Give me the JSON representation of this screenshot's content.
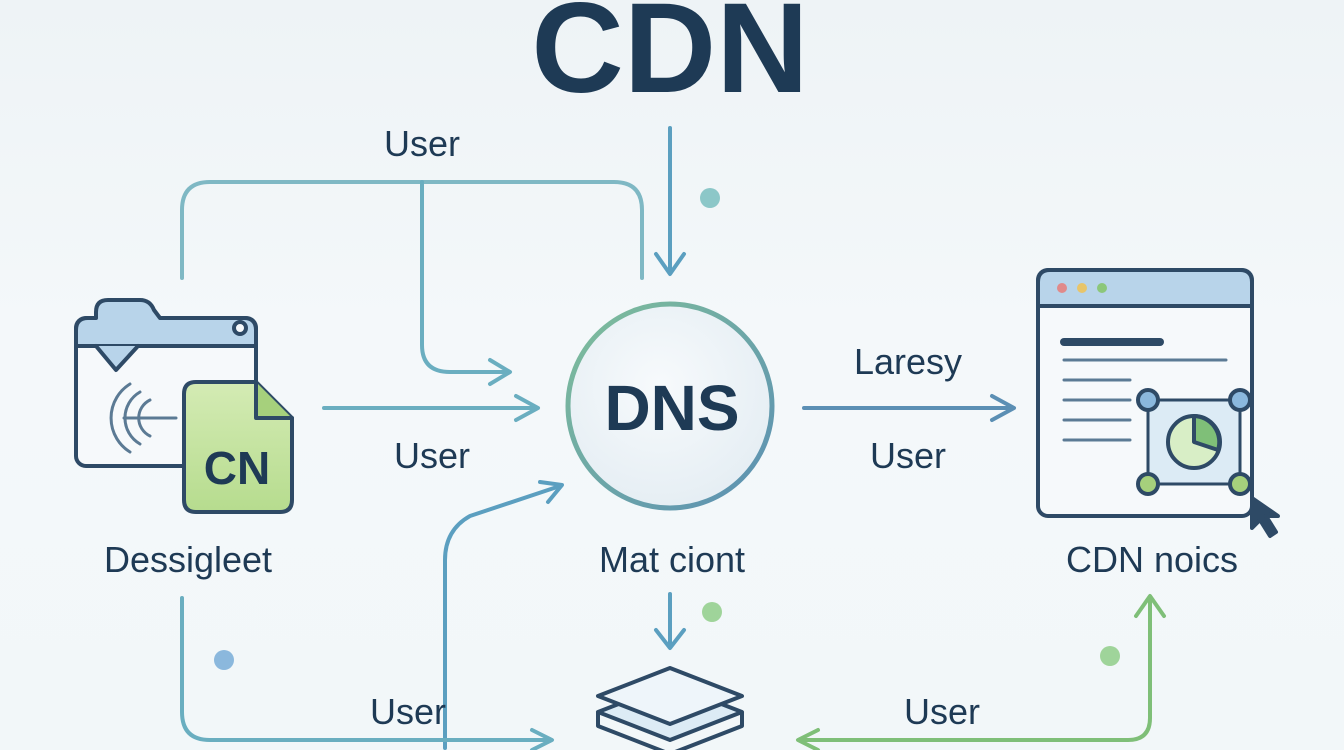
{
  "title": "CDN",
  "center_node": {
    "label": "DNS",
    "caption": "Mat ciont"
  },
  "left_node": {
    "badge": "CN",
    "caption": "Dessiglеet"
  },
  "right_node": {
    "caption": "CDN noics"
  },
  "edge_labels": {
    "top_user": "User",
    "left_user": "User",
    "right_top": "Laresy",
    "right_user": "User",
    "bottom_left_user": "User",
    "bottom_right_user": "User"
  },
  "colors": {
    "title": "#1e3a55",
    "teal_line": "#6aaec0",
    "blue_line": "#5b8fb4",
    "green_line": "#7fbf78",
    "node_stroke": "#2e4a66",
    "badge_fill": "#c8e3a6",
    "panel_fill": "#b8d4ea"
  },
  "icons": {
    "left": "browser-window-with-file-icon",
    "right": "browser-window-with-network-chart-icon",
    "bottom": "server-stack-icon"
  }
}
